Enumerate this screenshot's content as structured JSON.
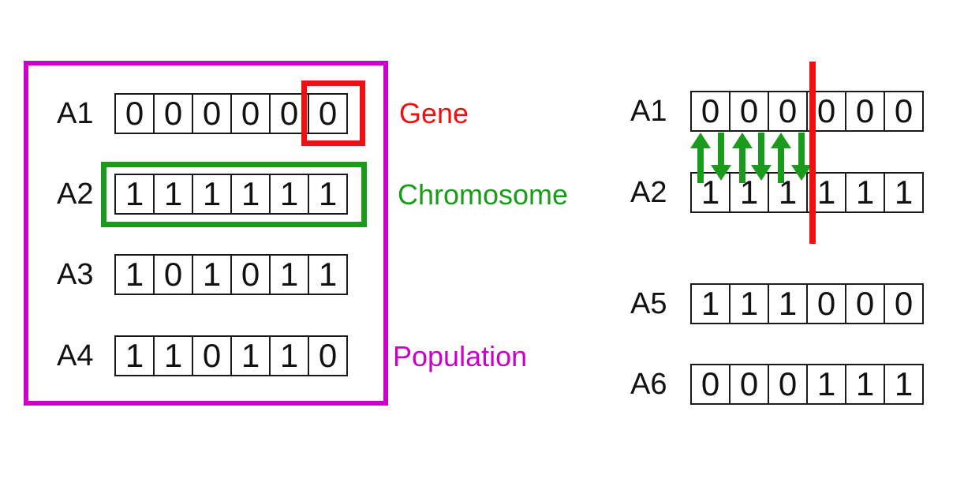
{
  "colors": {
    "magenta": "#cc00cc",
    "red": "#ee1111",
    "green": "#1b9b1b"
  },
  "left_panel": {
    "rows": [
      {
        "label": "A1",
        "bits": [
          "0",
          "0",
          "0",
          "0",
          "0",
          "0"
        ]
      },
      {
        "label": "A2",
        "bits": [
          "1",
          "1",
          "1",
          "1",
          "1",
          "1"
        ]
      },
      {
        "label": "A3",
        "bits": [
          "1",
          "0",
          "1",
          "0",
          "1",
          "1"
        ]
      },
      {
        "label": "A4",
        "bits": [
          "1",
          "1",
          "0",
          "1",
          "1",
          "0"
        ]
      }
    ],
    "annotations": {
      "gene_label": "Gene",
      "chromosome_label": "Chromosome",
      "population_label": "Population"
    },
    "gene_highlight": {
      "row": "A1",
      "cell_index": 5
    },
    "chromosome_highlight": {
      "row": "A2"
    }
  },
  "right_panel": {
    "crossover_rows": [
      {
        "label": "A1",
        "bits": [
          "0",
          "0",
          "0",
          "0",
          "0",
          "0"
        ]
      },
      {
        "label": "A2",
        "bits": [
          "1",
          "1",
          "1",
          "1",
          "1",
          "1"
        ]
      }
    ],
    "offspring_rows": [
      {
        "label": "A5",
        "bits": [
          "1",
          "1",
          "1",
          "0",
          "0",
          "0"
        ]
      },
      {
        "label": "A6",
        "bits": [
          "0",
          "0",
          "0",
          "1",
          "1",
          "1"
        ]
      }
    ],
    "swap_arrows": [
      "up",
      "down",
      "up",
      "down",
      "up",
      "down"
    ],
    "crossover_point_after_gene": 3
  }
}
